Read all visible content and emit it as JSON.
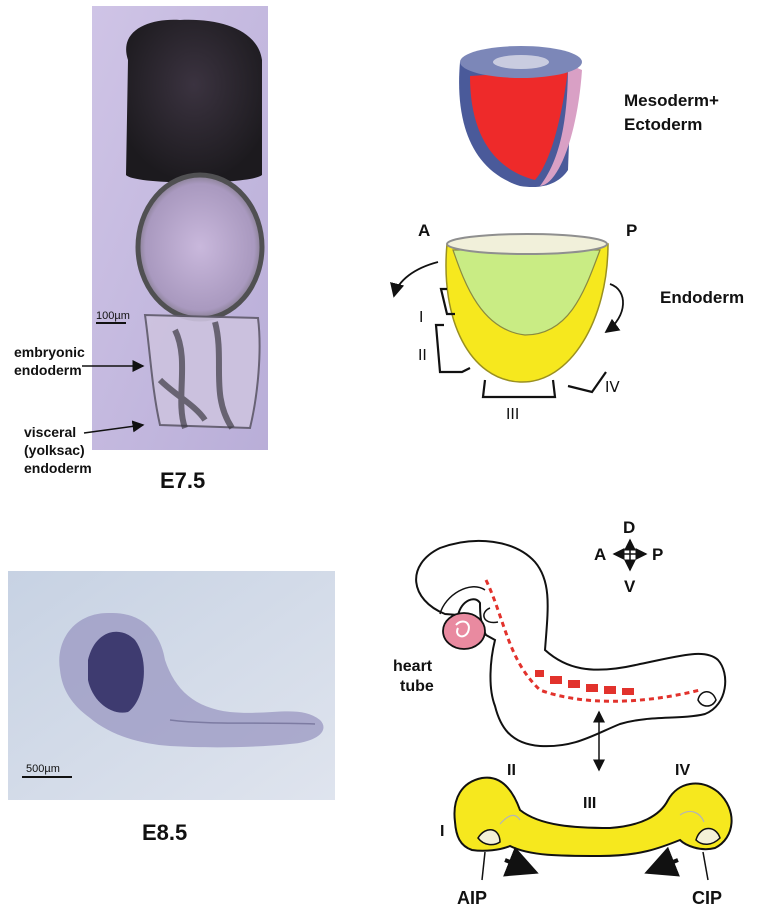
{
  "panels": {
    "e75_micrograph": {
      "scale_bar": "100µm",
      "label_embryonic": [
        "embryonic",
        "endoderm"
      ],
      "label_visceral": [
        "visceral",
        "(yolksac)",
        "endoderm"
      ],
      "stage": "E7.5"
    },
    "germ_layers": {
      "mesoderm_ectoderm": [
        "Mesoderm+",
        "Ectoderm"
      ],
      "endoderm": "Endoderm",
      "anterior": "A",
      "posterior": "P",
      "regions": [
        "I",
        "II",
        "III",
        "IV"
      ]
    },
    "e85_micrograph": {
      "scale_bar": "500µm",
      "stage": "E8.5"
    },
    "e85_embryo": {
      "axes": {
        "dorsal": "D",
        "ventral": "V",
        "anterior": "A",
        "posterior": "P"
      },
      "heart_label": [
        "heart",
        "tube"
      ]
    },
    "gut_tube": {
      "regions": [
        "I",
        "II",
        "III",
        "IV"
      ],
      "aip": "AIP",
      "cip": "CIP"
    }
  },
  "colors": {
    "mesoderm_red": "#ee2a2a",
    "ectoderm_blue": "#4a5a9a",
    "endoderm_yellow": "#f6e81e",
    "endoderm_inner_green": "#c9ec84",
    "heart_pink": "#e98aa0",
    "dash_red": "#e2322c"
  }
}
